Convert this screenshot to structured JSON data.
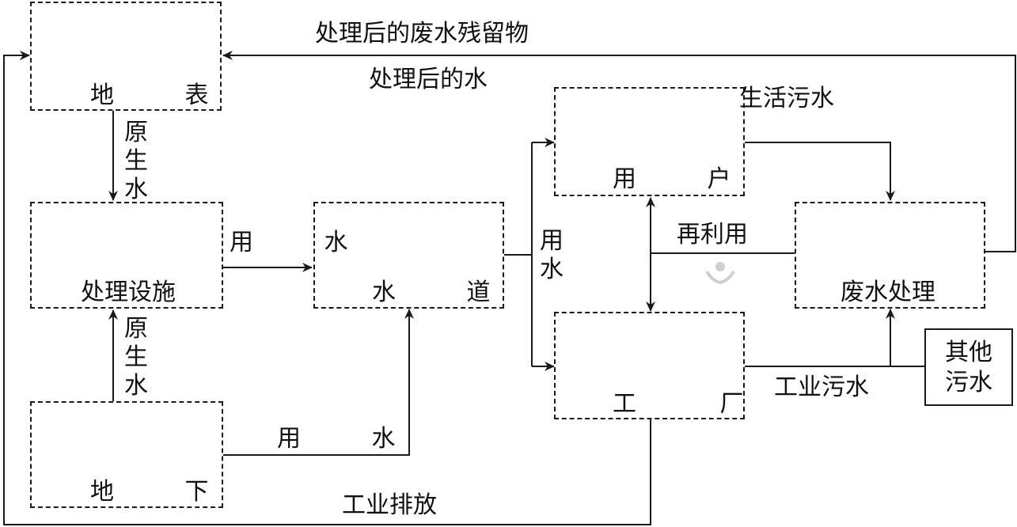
{
  "nodes": {
    "surface": {
      "label": "地 表",
      "icon": "town-icon"
    },
    "treatment": {
      "label": "处理设施",
      "icon": "gears-workers-icon"
    },
    "pipes": {
      "label": "水 道",
      "icon": "pipes-valves-icon"
    },
    "underground": {
      "label": "地 下",
      "icon": "underground-terrain-icon"
    },
    "users": {
      "label": "用 户",
      "icon": "household-person-icon"
    },
    "factory": {
      "label": "工 厂",
      "icon": "factory-icon"
    },
    "wastewater": {
      "label": "废水处理",
      "icon": "drain-outflow-icon"
    },
    "other": {
      "line1": "其他",
      "line2": "污水"
    }
  },
  "edges": {
    "residue": "处理后的废水残留物",
    "treated_water": "处理后的水",
    "raw_water_top": [
      "原",
      "生",
      "水"
    ],
    "raw_water_bottom": [
      "原",
      "生",
      "水"
    ],
    "use_water_1": "用 水",
    "use_water_2": "用 水",
    "use_water_v": [
      "用",
      "水"
    ],
    "domestic_sewage": "生活污水",
    "reuse": "再利用",
    "industrial_sewage": "工业污水",
    "industrial_discharge": "工业排放"
  },
  "colors": {
    "line": "#1a1a1a",
    "icon_gray": "#8c8c8c",
    "icon_dark": "#4a4a4a"
  }
}
